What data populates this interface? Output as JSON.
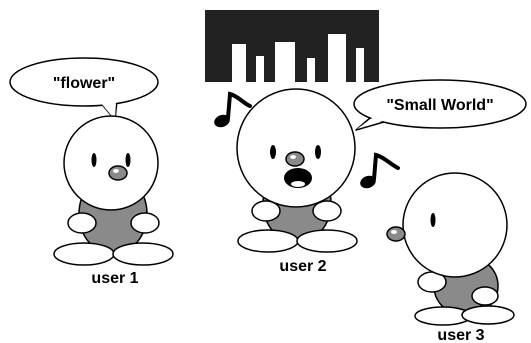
{
  "bubbles": {
    "user1": "\"flower\"",
    "user2": "\"Small World\""
  },
  "users": {
    "user1": "user 1",
    "user2": "user 2",
    "user3": "user 3"
  },
  "icons": {
    "music_display": "equalizer-bars-icon",
    "notes": "eighth-note-icon"
  },
  "colors": {
    "outline": "#000000",
    "body": "#8a8a8a",
    "head": "#ffffff",
    "display_bg": "#222222",
    "display_bars": "#ffffff"
  }
}
